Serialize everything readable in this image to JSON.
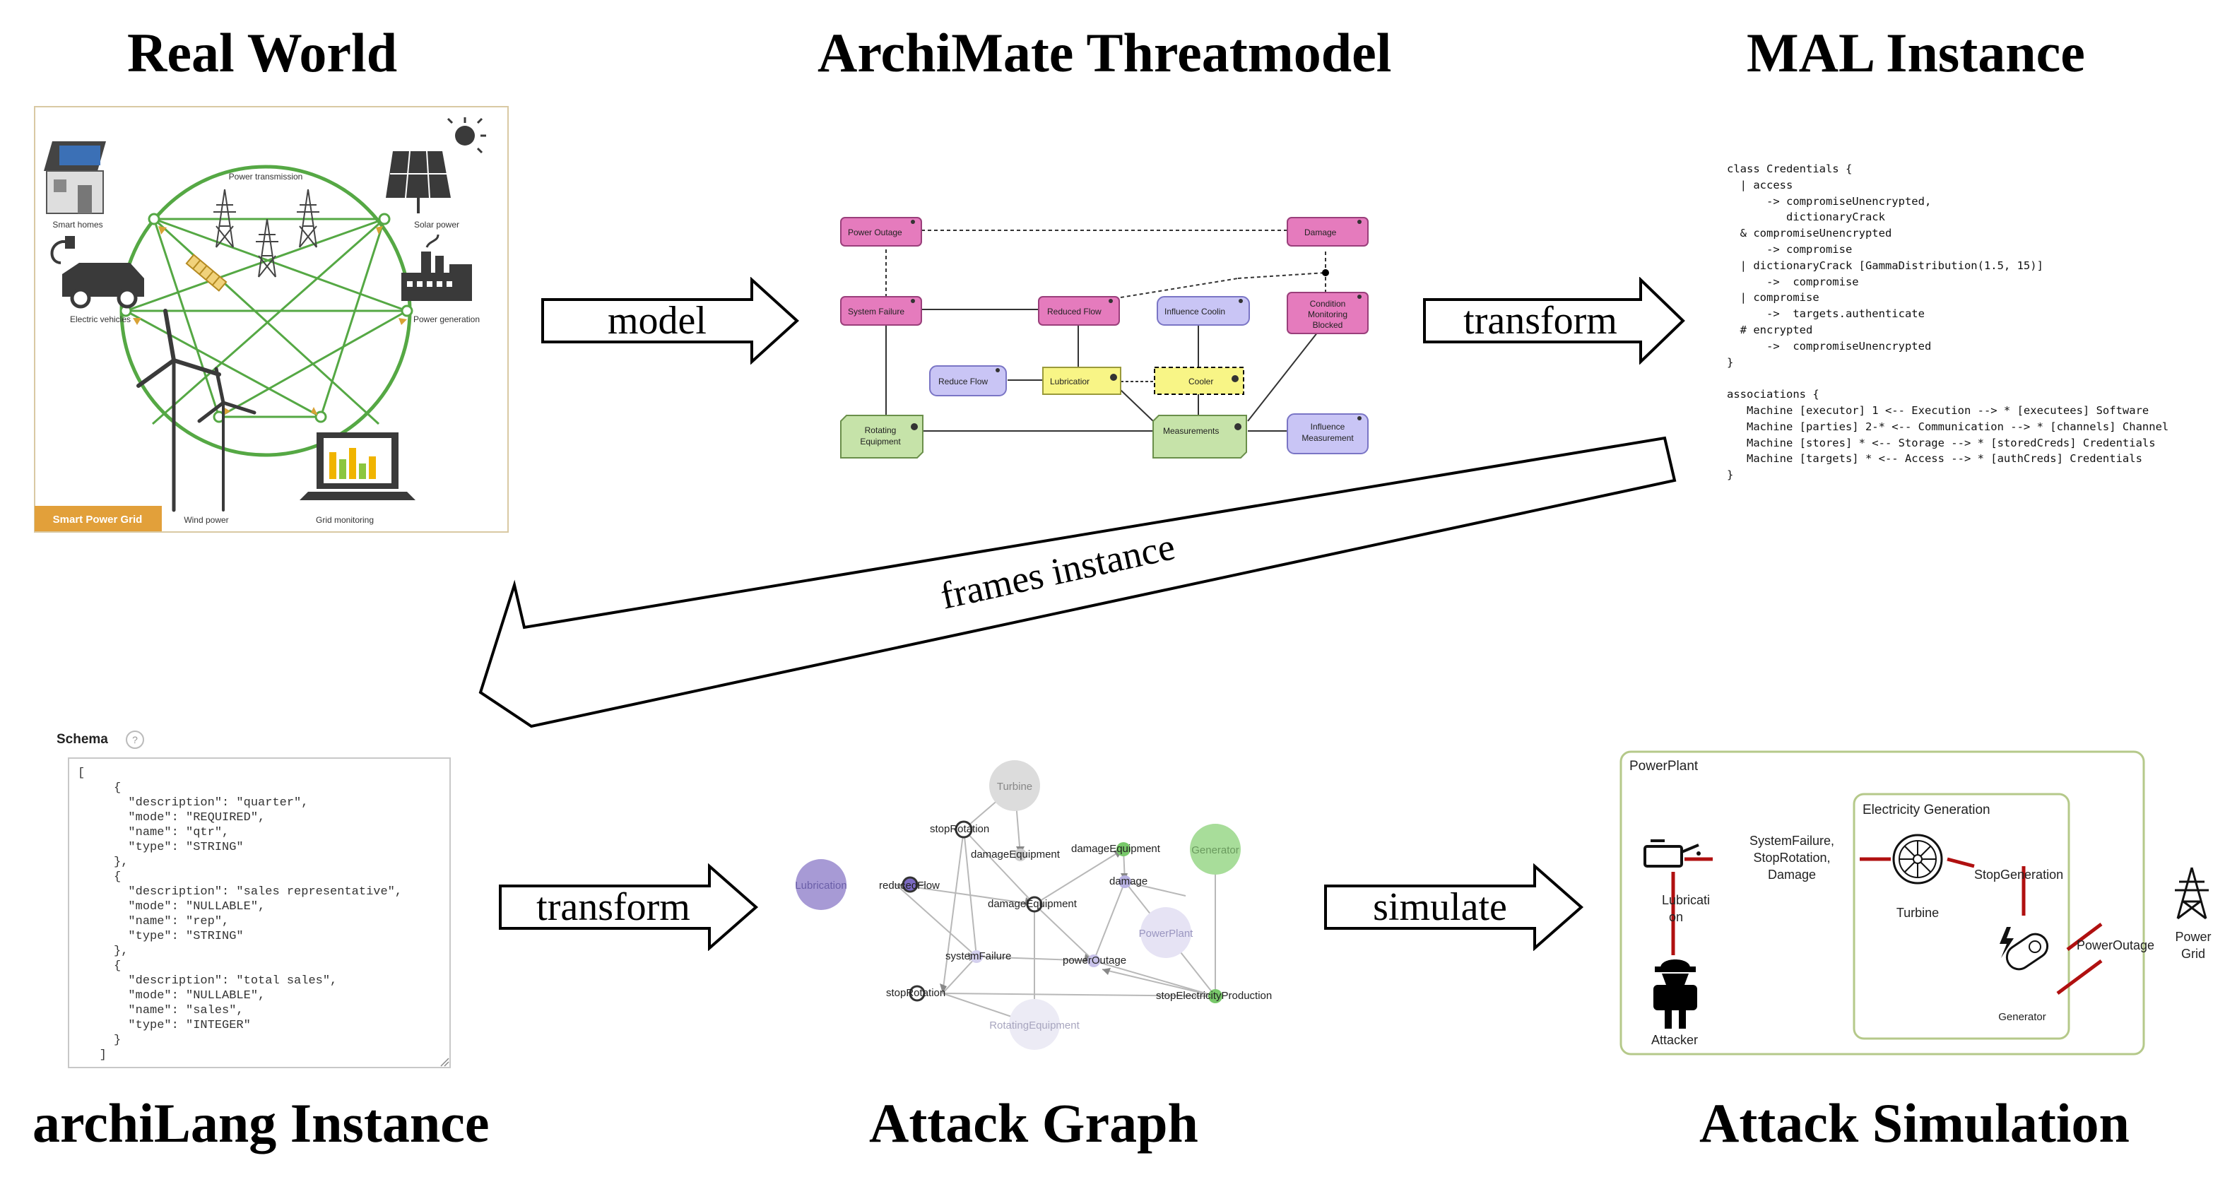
{
  "titles": {
    "real_world": "Real World",
    "archimate": "ArchiMate Threatmodel",
    "mal": "MAL Instance",
    "archilang": "archiLang Instance",
    "attack_graph": "Attack Graph",
    "attack_sim": "Attack Simulation"
  },
  "arrows": {
    "model": "model",
    "transform_top": "transform",
    "frames_instance": "frames instance",
    "transform_bottom": "transform",
    "simulate": "simulate"
  },
  "real_world": {
    "smart_homes": "Smart homes",
    "power_transmission": "Power transmission",
    "solar_power": "Solar power",
    "electric_vehicles": "Electric vehicles",
    "power_generation": "Power generation",
    "wind_power": "Wind power",
    "grid_monitoring": "Grid monitoring",
    "banner": "Smart Power Grid",
    "colors": {
      "banner": "#e2a03a",
      "grid_line": "#55a844"
    }
  },
  "archimate": {
    "power_outage": "Power Outage",
    "damage": "Damage",
    "system_failure": "System Failure",
    "reduced_flow": "Reduced Flow",
    "influence_cooling": "Influence Coolin",
    "condition_monitoring_1": "Condition",
    "condition_monitoring_2": "Monitoring",
    "condition_monitoring_3": "Blocked",
    "reduce_flow": "Reduce Flow",
    "lubrication": "Lubricatior",
    "cooler": "Cooler",
    "rotating_1": "Rotating",
    "rotating_2": "Equipment",
    "measurements": "Measurements",
    "influence_measurement_1": "Influence",
    "influence_measurement_2": "Measurement",
    "colors": {
      "pink": "#e57bbd",
      "blue": "#c9c5f5",
      "yellow": "#f8f586",
      "green": "#c6e3a9"
    }
  },
  "mal_code": "class Credentials {\n  | access\n      -> compromiseUnencrypted,\n         dictionaryCrack\n  & compromiseUnencrypted\n      -> compromise\n  | dictionaryCrack [GammaDistribution(1.5, 15)]\n      ->  compromise\n  | compromise\n      ->  targets.authenticate\n  # encrypted\n      ->  compromiseUnencrypted\n}\n\nassociations {\n   Machine [executor] 1 <-- Execution --> * [executees] Software\n   Machine [parties] 2-* <-- Communication --> * [channels] Channel\n   Machine [stores] * <-- Storage --> * [storedCreds] Credentials\n   Machine [targets] * <-- Access --> * [authCreds] Credentials\n}",
  "schema": {
    "label": "Schema",
    "help": "?",
    "json_text": "[\n     {\n       \"description\": \"quarter\",\n       \"mode\": \"REQUIRED\",\n       \"name\": \"qtr\",\n       \"type\": \"STRING\"\n     },\n     {\n       \"description\": \"sales representative\",\n       \"mode\": \"NULLABLE\",\n       \"name\": \"rep\",\n       \"type\": \"STRING\"\n     },\n     {\n       \"description\": \"total sales\",\n       \"mode\": \"NULLABLE\",\n       \"name\": \"sales\",\n       \"type\": \"INTEGER\"\n     }\n   ]"
  },
  "attack_graph": {
    "turbine": "Turbine",
    "stop_rotation_top": "stopRotation",
    "damage_equipment_top": "damageEquipment",
    "damage_equipment_right": "damageEquipment",
    "generator": "Generator",
    "lubrication": "Lubrication",
    "reduced_flow": "reducedFlow",
    "damage_equipment_mid": "damageEquipment",
    "damage": "damage",
    "power_plant": "PowerPlant",
    "system_failure": "systemFailure",
    "power_outage": "powerOutage",
    "stop_rotation_bottom": "stopRotation",
    "stop_electricity_production": "stopElectricityProduction",
    "rotating_equipment": "RotatingEquipment",
    "colors": {
      "purple": "#9d8fd0",
      "green": "#78c86a",
      "grey": "#d4d4d4"
    }
  },
  "attack_sim": {
    "power_plant": "PowerPlant",
    "electricity_generation": "Electricity Generation",
    "system_failure_1": "SystemFailure,",
    "system_failure_2": "StopRotation,",
    "system_failure_3": "Damage",
    "stop_generation": "StopGeneration",
    "lubrication_1": "Lubricati",
    "lubrication_2": "on",
    "turbine": "Turbine",
    "power_outage": "PowerOutage",
    "power_grid_1": "Power",
    "power_grid_2": "Grid",
    "generator": "Generator",
    "attacker": "Attacker",
    "colors": {
      "frame": "#b5c98a",
      "link": "#b01010"
    }
  }
}
